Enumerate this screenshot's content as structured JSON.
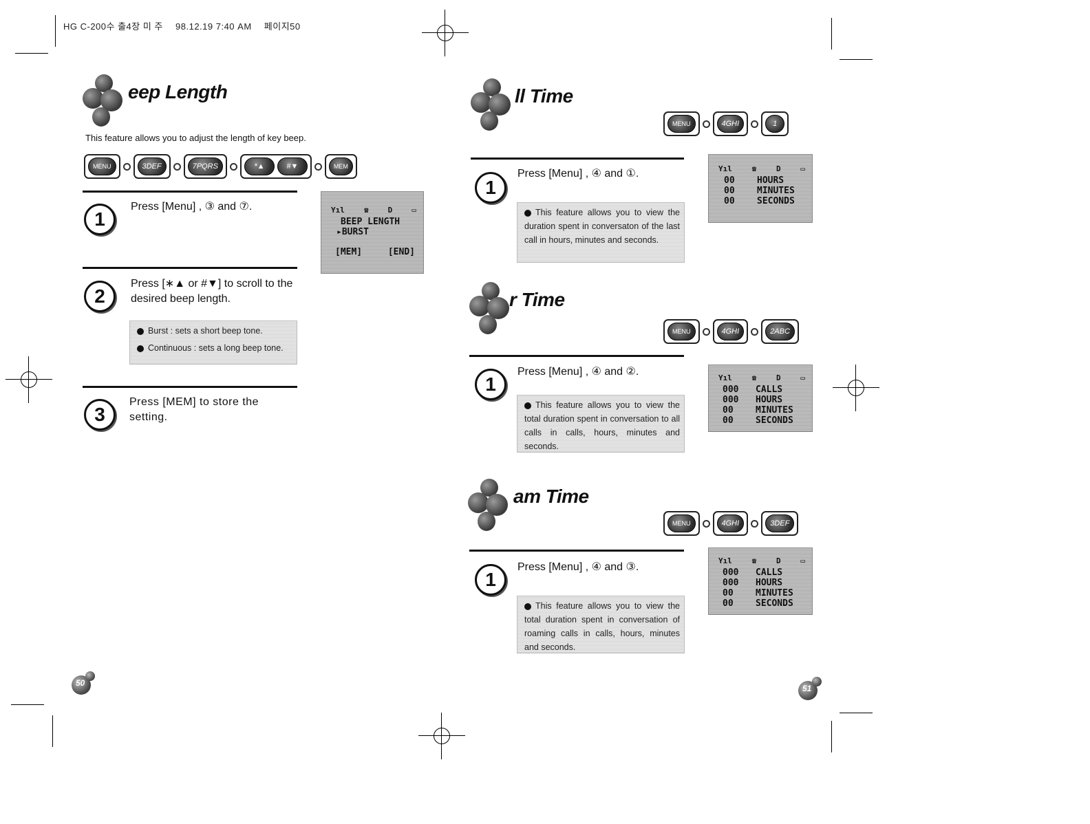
{
  "header": {
    "file": "HG C-200수 출4장 미 주",
    "date": "98.12.19 7:40 AM",
    "page": "페이지50"
  },
  "left": {
    "beep_length": {
      "title": "eep Length",
      "desc": "This feature allows you to adjust the length of key beep.",
      "keys": {
        "menu": "MENU",
        "k3": "3DEF",
        "k7": "7PQRS",
        "star": "*▲",
        "hash": "#▼",
        "mem": "MEM"
      },
      "step1": "Press [Menu] , ③ and ⑦.",
      "step2": "Press [∗▲ or #▼] to scroll to the desired beep length.",
      "note_burst": "Burst : sets a short beep tone.",
      "note_cont": "Continuous : sets a long beep tone.",
      "step3": "Press [MEM] to store the setting.",
      "lcd": {
        "line1": "BEEP LENGTH",
        "line2": "▸BURST",
        "soft_left": "[MEM]",
        "soft_right": "[END]"
      }
    },
    "page_number": "50"
  },
  "right": {
    "call_time": {
      "title": "ll Time",
      "keys": {
        "menu": "MENU",
        "k4": "4GHI",
        "k1": "1"
      },
      "step1": "Press [Menu] , ④ and ①.",
      "note": "This feature allows you to view the duration spent in conversaton of the last call in hours, minutes and seconds.",
      "lcd": [
        {
          "num": "00",
          "label": "HOURS"
        },
        {
          "num": "00",
          "label": "MINUTES"
        },
        {
          "num": "00",
          "label": "SECONDS"
        }
      ]
    },
    "air_time": {
      "title": "r Time",
      "keys": {
        "menu": "MENU",
        "k4": "4GHI",
        "k2": "2ABC"
      },
      "step1": "Press [Menu] , ④ and ②.",
      "note": "This feature allows you to view the total duration spent in conversation to all calls in calls, hours, minutes and seconds.",
      "lcd": [
        {
          "num": "000",
          "label": "CALLS"
        },
        {
          "num": "000",
          "label": "HOURS"
        },
        {
          "num": "00",
          "label": "MINUTES"
        },
        {
          "num": "00",
          "label": "SECONDS"
        }
      ]
    },
    "roam_time": {
      "title": "am Time",
      "keys": {
        "menu": "MENU",
        "k4": "4GHI",
        "k3": "3DEF"
      },
      "step1": "Press [Menu] , ④ and ③.",
      "note": "This feature allows you to view the total duration spent in conversation of roaming calls in calls, hours, minutes and seconds.",
      "lcd": [
        {
          "num": "000",
          "label": "CALLS"
        },
        {
          "num": "000",
          "label": "HOURS"
        },
        {
          "num": "00",
          "label": "MINUTES"
        },
        {
          "num": "00",
          "label": "SECONDS"
        }
      ]
    },
    "page_number": "51"
  },
  "step_numbers": {
    "one": "1",
    "two": "2",
    "three": "3"
  },
  "lcd_icons": {
    "signal": "Yıl",
    "phone": "☎",
    "d": "D",
    "batt": "▭"
  }
}
